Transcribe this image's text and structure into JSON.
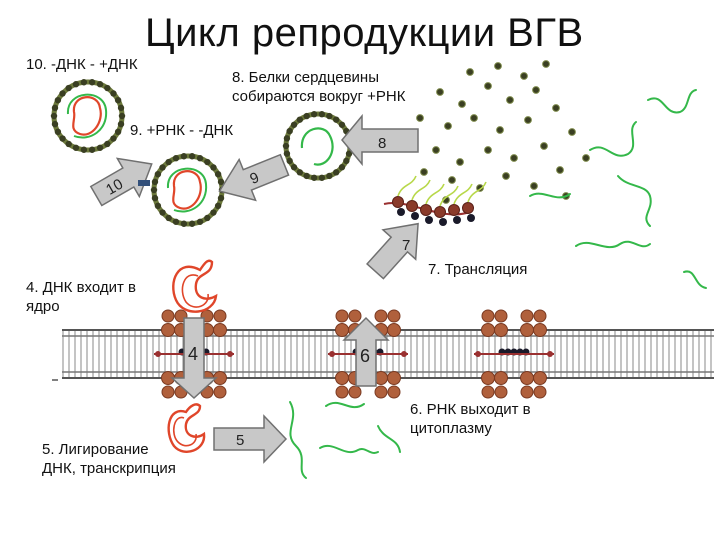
{
  "title": "Цикл репродукции ВГВ",
  "steps": {
    "s10": "10. -ДНК - +ДНК",
    "s9": "9. +РНК - -ДНК",
    "s8": "8. Белки сердцевины\nсобираются вокруг +РНК",
    "s7": "7. Трансляция",
    "s6": "6. РНК выходит в\nцитоплазму",
    "s5": "5. Лигирование\nДНК, транскрипция",
    "s4": "4. ДНК входит в\nядро"
  },
  "arrow_numbers": {
    "a4": "4",
    "a5": "5",
    "a6": "6",
    "a7": "7",
    "a8": "8",
    "a9": "9",
    "a10": "10"
  },
  "colors": {
    "capsid": "#3a3f22",
    "dna": "#e0462a",
    "rna": "#34b84a",
    "ribosome": "#b0603c",
    "protein": "#1a1a2a",
    "arrow_fill": "#c8c8c8",
    "arrow_stroke": "#707070"
  }
}
